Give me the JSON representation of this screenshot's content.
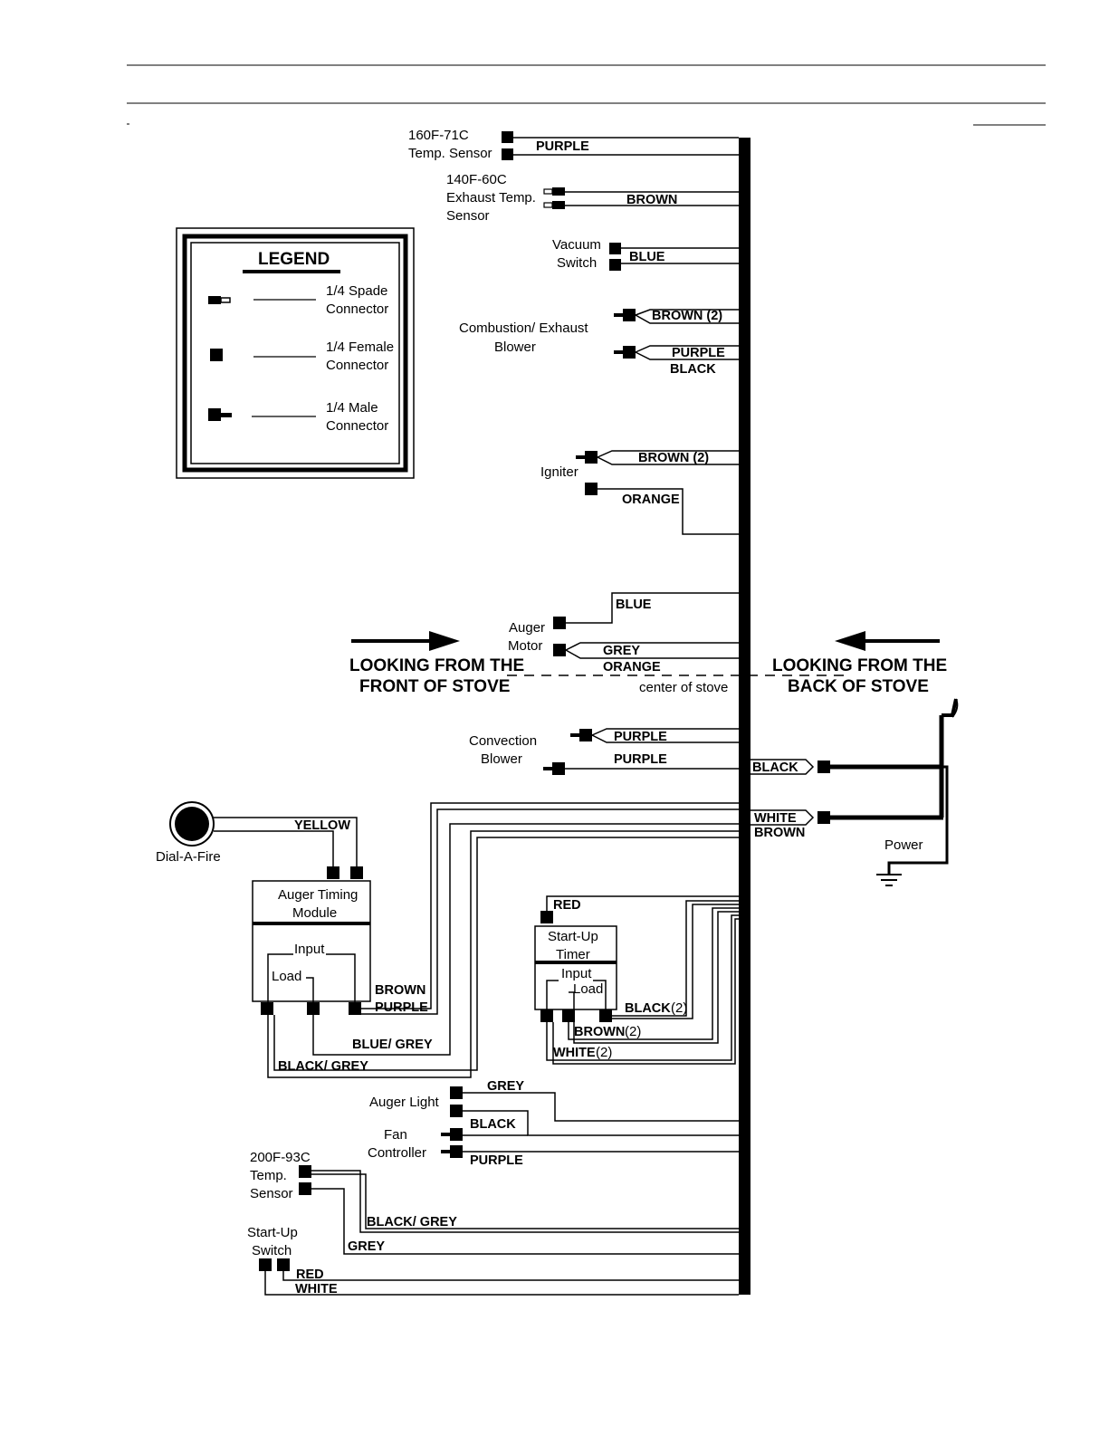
{
  "legend": {
    "title": "LEGEND",
    "spade": [
      "1/4 Spade",
      "Connector"
    ],
    "female": [
      "1/4 Female",
      "Connector"
    ],
    "male": [
      "1/4 Male",
      "Connector"
    ]
  },
  "components": {
    "temp_sensor_160": [
      "160F-71C",
      "Temp. Sensor"
    ],
    "exhaust_sensor": [
      "140F-60C",
      "Exhaust Temp.",
      "Sensor"
    ],
    "vacuum_switch": [
      "Vacuum",
      "Switch"
    ],
    "combustion_blower": [
      "Combustion/ Exhaust",
      "Blower"
    ],
    "igniter": "Igniter",
    "auger_motor": [
      "Auger",
      "Motor"
    ],
    "convection_blower": [
      "Convection",
      "Blower"
    ],
    "dial_a_fire": "Dial-A-Fire",
    "auger_timing_module": [
      "Auger Timing",
      "Module"
    ],
    "module_input": "Input",
    "module_load": "Load",
    "startup_timer": [
      "Start-Up",
      "Timer"
    ],
    "timer_input": "Input",
    "timer_load": "Load",
    "auger_light": "Auger Light",
    "fan_controller": [
      "Fan",
      "Controller"
    ],
    "temp_sensor_200": [
      "200F-93C",
      "Temp.",
      "Sensor"
    ],
    "startup_switch": [
      "Start-Up",
      "Switch"
    ],
    "power": "Power"
  },
  "orientation": {
    "front": [
      "LOOKING FROM THE",
      "FRONT OF STOVE"
    ],
    "back": [
      "LOOKING FROM THE",
      "BACK OF STOVE"
    ],
    "center": "center of stove"
  },
  "wires": {
    "purple_160": "PURPLE",
    "brown_exhaust": "BROWN",
    "blue_vacuum": "BLUE",
    "brown2_combustion": "BROWN (2)",
    "purple_combustion": "PURPLE",
    "black_combustion": "BLACK",
    "brown2_igniter": "BROWN (2)",
    "orange_igniter": "ORANGE",
    "blue_auger": "BLUE",
    "grey_auger": "GREY",
    "orange_auger": "ORANGE",
    "purple_conv1": "PURPLE",
    "purple_conv2": "PURPLE",
    "black_power": "BLACK",
    "white_power": "WHITE",
    "brown_power": "BROWN",
    "yellow_dial": "YELLOW",
    "brown_module": "BROWN",
    "purple_module": "PURPLE",
    "blue_grey_module": "BLUE/ GREY",
    "black_grey_module": "BLACK/ GREY",
    "red_timer": "RED",
    "black2_timer": "BLACK",
    "black2_timer_count": "(2)",
    "brown2_timer": "BROWN",
    "brown2_timer_count": "(2)",
    "white2_timer": "WHITE",
    "white2_timer_count": "(2)",
    "grey_light": "GREY",
    "black_fan": "BLACK",
    "purple_fan": "PURPLE",
    "black_grey_sensor": "BLACK/ GREY",
    "grey_sensor": "GREY",
    "red_switch": "RED",
    "white_switch": "WHITE"
  }
}
